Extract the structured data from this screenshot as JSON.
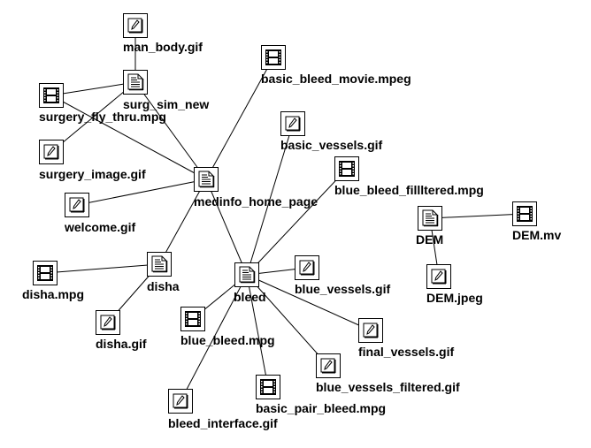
{
  "diagram": {
    "title": "Hyperlink node graph",
    "nodes": [
      {
        "id": "man_body",
        "label": "man_body.gif",
        "type": "image"
      },
      {
        "id": "surg_sim_new",
        "label": "surg_sim_new",
        "type": "document"
      },
      {
        "id": "surgery_fly_thru",
        "label": "surgery_fly_thru.mpg",
        "type": "movie"
      },
      {
        "id": "surgery_image",
        "label": "surgery_image.gif",
        "type": "image"
      },
      {
        "id": "welcome",
        "label": "welcome.gif",
        "type": "image"
      },
      {
        "id": "medinfo_home_page",
        "label": "medinfo_home_page",
        "type": "document"
      },
      {
        "id": "basic_bleed_movie",
        "label": "basic_bleed_movie.mpeg",
        "type": "movie"
      },
      {
        "id": "basic_vessels",
        "label": "basic_vessels.gif",
        "type": "image"
      },
      {
        "id": "blue_bleed_filltered",
        "label": "blue_bleed_fillltered.mpg",
        "type": "movie"
      },
      {
        "id": "DEM",
        "label": "DEM",
        "type": "document"
      },
      {
        "id": "DEM_mv",
        "label": "DEM.mv",
        "type": "movie"
      },
      {
        "id": "DEM_jpeg",
        "label": "DEM.jpeg",
        "type": "image"
      },
      {
        "id": "disha_mpg",
        "label": "disha.mpg",
        "type": "movie"
      },
      {
        "id": "disha",
        "label": "disha",
        "type": "document"
      },
      {
        "id": "disha_gif",
        "label": "disha.gif",
        "type": "image"
      },
      {
        "id": "bleed",
        "label": "bleed",
        "type": "document"
      },
      {
        "id": "blue_vessels",
        "label": "blue_vessels.gif",
        "type": "image"
      },
      {
        "id": "blue_bleed",
        "label": "blue_bleed.mpg",
        "type": "movie"
      },
      {
        "id": "final_vessels",
        "label": "final_vessels.gif",
        "type": "image"
      },
      {
        "id": "blue_vessels_filtered",
        "label": "blue_vessels_filtered.gif",
        "type": "image"
      },
      {
        "id": "basic_pair_bleed",
        "label": "basic_pair_bleed.mpg",
        "type": "movie"
      },
      {
        "id": "bleed_interface",
        "label": "bleed_interface.gif",
        "type": "image"
      }
    ],
    "edges": [
      [
        "surg_sim_new",
        "man_body"
      ],
      [
        "surg_sim_new",
        "surgery_fly_thru"
      ],
      [
        "surg_sim_new",
        "surgery_image"
      ],
      [
        "surg_sim_new",
        "medinfo_home_page"
      ],
      [
        "surgery_fly_thru",
        "medinfo_home_page"
      ],
      [
        "welcome",
        "medinfo_home_page"
      ],
      [
        "medinfo_home_page",
        "basic_bleed_movie"
      ],
      [
        "medinfo_home_page",
        "disha"
      ],
      [
        "medinfo_home_page",
        "bleed"
      ],
      [
        "bleed",
        "basic_vessels"
      ],
      [
        "bleed",
        "blue_bleed_filltered"
      ],
      [
        "bleed",
        "blue_vessels"
      ],
      [
        "bleed",
        "final_vessels"
      ],
      [
        "bleed",
        "blue_vessels_filtered"
      ],
      [
        "bleed",
        "basic_pair_bleed"
      ],
      [
        "bleed",
        "blue_bleed"
      ],
      [
        "bleed",
        "bleed_interface"
      ],
      [
        "disha",
        "disha_mpg"
      ],
      [
        "disha",
        "disha_gif"
      ],
      [
        "DEM",
        "DEM_mv"
      ],
      [
        "DEM",
        "DEM_jpeg"
      ]
    ]
  }
}
